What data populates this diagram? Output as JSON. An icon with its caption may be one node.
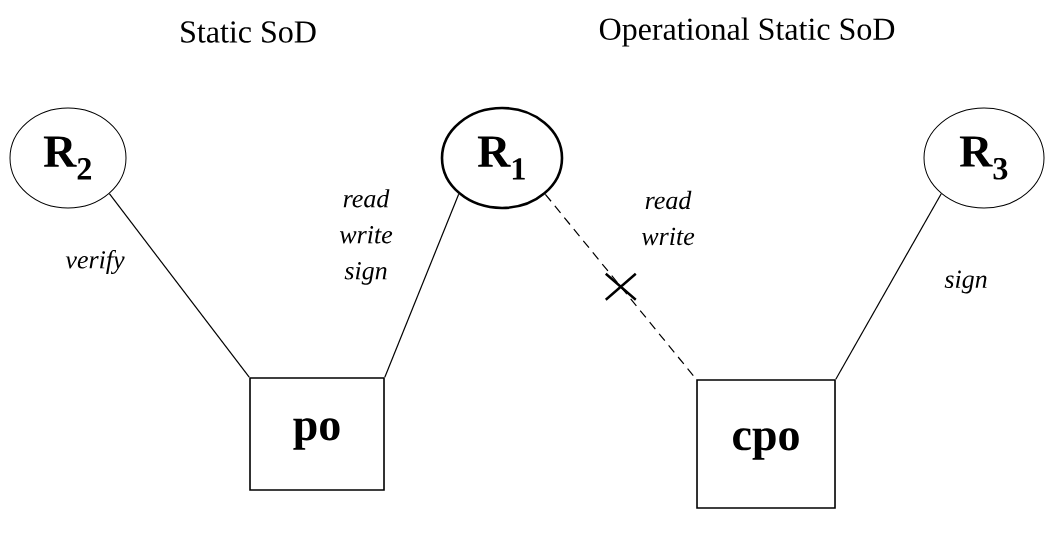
{
  "diagram": {
    "nodes": [
      {
        "text": [
          "R$_{2}$"
        ]
      },
      {
        "text": [
          "R$_{1}$"
        ]
      },
      {
        "text": [
          "R$_{3}$"
        ]
      },
      {
        "text": [
          "po"
        ]
      },
      {
        "text": [
          "cpo"
        ]
      }
    ],
    "edges": [
      {
        "from": 0,
        "to": 3,
        "arrow": "none",
        "label": "verify"
      },
      {
        "from": 1,
        "to": 3,
        "arrow": "none",
        "label": "read write sign"
      },
      {
        "from": 1,
        "to": 4,
        "arrow": "none",
        "style": "dashed",
        "label": "read write"
      },
      {
        "from": 2,
        "to": 4,
        "arrow": "none",
        "label": "sign"
      }
    ],
    "labels": [
      "Static SoD",
      "Operational Static SoD"
    ]
  }
}
